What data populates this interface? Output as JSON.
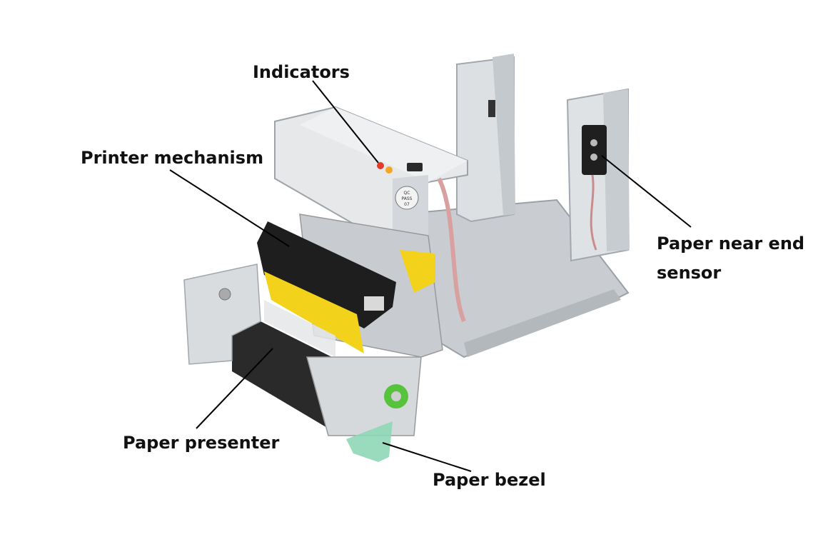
{
  "labels": {
    "indicators": "Indicators",
    "printer_mechanism": "Printer mechanism",
    "paper_near_end_line1": "Paper near end",
    "paper_near_end_line2": "sensor",
    "paper_presenter": "Paper presenter",
    "paper_bezel": "Paper bezel"
  },
  "printer_markings": {
    "qc_stamp_line1": "QC",
    "qc_stamp_line2": "PASS",
    "qc_stamp_line3": "07"
  },
  "colors": {
    "chassis": "#d7dadd",
    "chassis_dark": "#aeb3b8",
    "yellow_part": "#f2d21a",
    "green_knob": "#57c23c",
    "bezel_green": "#8fd7b6",
    "leader_line": "#000000",
    "indicator_red": "#e23b2a",
    "indicator_orange": "#f5a623"
  }
}
